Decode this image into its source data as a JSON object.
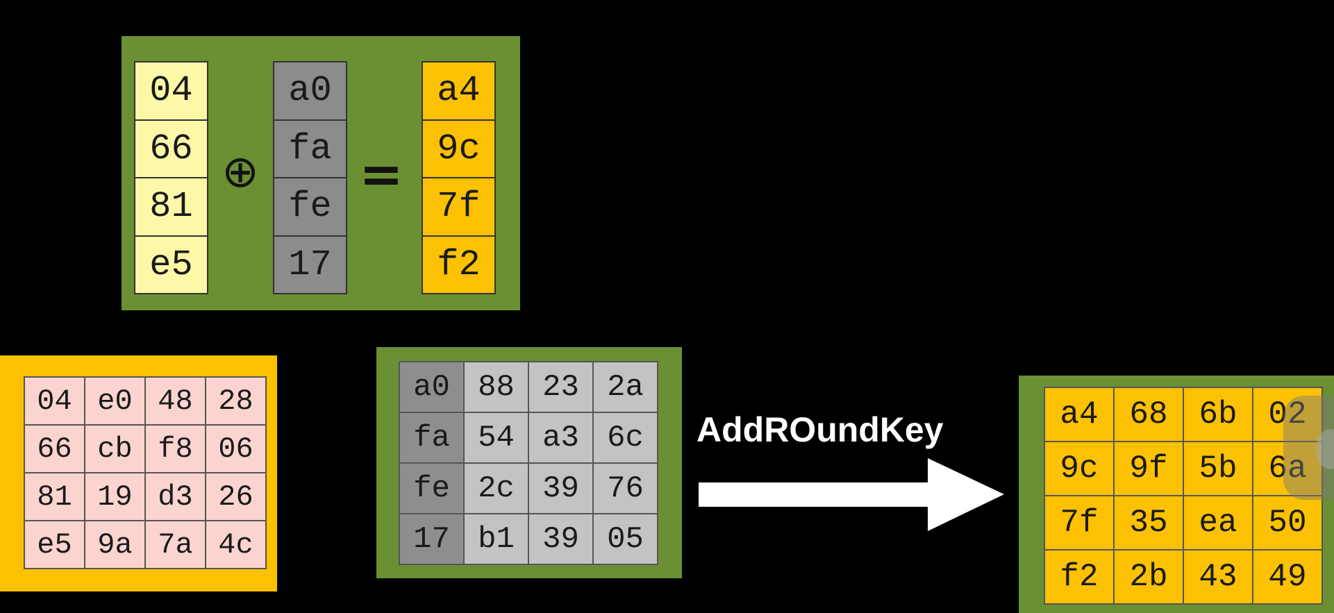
{
  "xor_example": {
    "state_column": [
      "04",
      "66",
      "81",
      "e5"
    ],
    "key_column": [
      "a0",
      "fa",
      "fe",
      "17"
    ],
    "result_column": [
      "a4",
      "9c",
      "7f",
      "f2"
    ],
    "xor_symbol": "⊕",
    "equals_symbol": "="
  },
  "state_matrix": [
    [
      "04",
      "e0",
      "48",
      "28"
    ],
    [
      "66",
      "cb",
      "f8",
      "06"
    ],
    [
      "81",
      "19",
      "d3",
      "26"
    ],
    [
      "e5",
      "9a",
      "7a",
      "4c"
    ]
  ],
  "round_key_matrix": [
    [
      "a0",
      "88",
      "23",
      "2a"
    ],
    [
      "fa",
      "54",
      "a3",
      "6c"
    ],
    [
      "fe",
      "2c",
      "39",
      "76"
    ],
    [
      "17",
      "b1",
      "39",
      "05"
    ]
  ],
  "result_matrix": [
    [
      "a4",
      "68",
      "6b",
      "02"
    ],
    [
      "9c",
      "9f",
      "5b",
      "6a"
    ],
    [
      "7f",
      "35",
      "ea",
      "50"
    ],
    [
      "f2",
      "2b",
      "43",
      "49"
    ]
  ],
  "operation_label": "AddROundKey",
  "colors": {
    "background": "#000000",
    "panel_green": "#6a9033",
    "state_yellow": "#fdf7a8",
    "key_gray": "#8c8c8c",
    "result_orange": "#fbc102",
    "state_pink": "#fbd4cf",
    "key_light_gray": "#c3c3c3"
  },
  "icons": {
    "xor": "circled-plus-icon",
    "arrow": "right-arrow-icon"
  }
}
